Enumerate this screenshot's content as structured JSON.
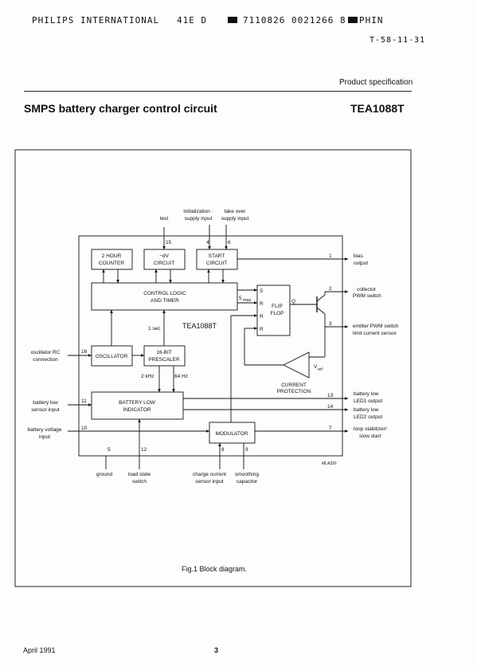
{
  "scan_header": {
    "company": "PHILIPS INTERNATIONAL",
    "code": "41E D",
    "number": "7110826 0021266 8",
    "tag": "PHIN",
    "ref": "T-58-11-31"
  },
  "doc": {
    "type": "Product specification",
    "title": "SMPS battery charger control circuit",
    "part": "TEA1088T"
  },
  "diagram": {
    "chip_name": "TEA1088T",
    "figure_code": "MLA326",
    "blocks": {
      "hour_counter": [
        "2 HOUR",
        "COUNTER"
      ],
      "dv_circuit": [
        "−dV",
        "CIRCUIT"
      ],
      "start_circuit": [
        "START",
        "CIRCUIT"
      ],
      "control_logic": [
        "CONTROL LOGIC",
        "AND TIMER"
      ],
      "oscillator": "OSCILLATOR",
      "prescaler": [
        "16-BIT",
        "PRESCALER"
      ],
      "battery_low_indicator": [
        "BATTERY LOW",
        "INDICATOR"
      ],
      "modulator": "MODULATOR",
      "flip_flop": [
        "FLIP",
        "FLOP"
      ],
      "current_protection": [
        "CURRENT",
        "PROTECTION"
      ]
    },
    "ff_inputs": [
      "S",
      "R",
      "R",
      "R"
    ],
    "ff_output": "Q",
    "smax": "max",
    "s_prefix": "5",
    "vref_main": "V",
    "vref_sub": "ref",
    "freq_labels": {
      "sec": "1 sec",
      "khz": "2 kHz",
      "hz": "64 Hz"
    },
    "pins": {
      "p15": "15",
      "p4": "4",
      "p6": "6",
      "p1": "1",
      "p2": "2",
      "p3": "3",
      "p16": "16",
      "p11": "11",
      "p10": "10",
      "p13": "13",
      "p14": "14",
      "p7": "7",
      "p5": "5",
      "p12": "12",
      "p8": "8",
      "p9": "9"
    },
    "top_labels": {
      "test": "test",
      "init": [
        "initialization ·",
        "supply input"
      ],
      "takeover": [
        "take over",
        "supply input"
      ]
    },
    "right_labels": {
      "bias": [
        "bias",
        "output"
      ],
      "collector": [
        "collector",
        "PWM switch"
      ],
      "emitter": [
        "emitter PWM switch",
        "limit current sensor"
      ],
      "led1": [
        "battery low",
        "LED1 output"
      ],
      "led2": [
        "battery low",
        "LED2 output"
      ],
      "loop": [
        "loop stabilizer/",
        "slow start"
      ]
    },
    "left_labels": {
      "osc": [
        "oscillator RC",
        "connection"
      ],
      "batlow": [
        "battery low",
        "sensor input"
      ],
      "batvolt": [
        "battery voltage",
        "input"
      ]
    },
    "bottom_labels": {
      "ground": "ground",
      "loadstate": [
        "load state",
        "switch"
      ],
      "chargecur": [
        "charge current",
        "sensor input"
      ],
      "smoothing": [
        "smoothing",
        "capacitor"
      ]
    }
  },
  "caption": "Fig.1 Block diagram.",
  "footer": {
    "date": "April 1991",
    "page": "3"
  }
}
